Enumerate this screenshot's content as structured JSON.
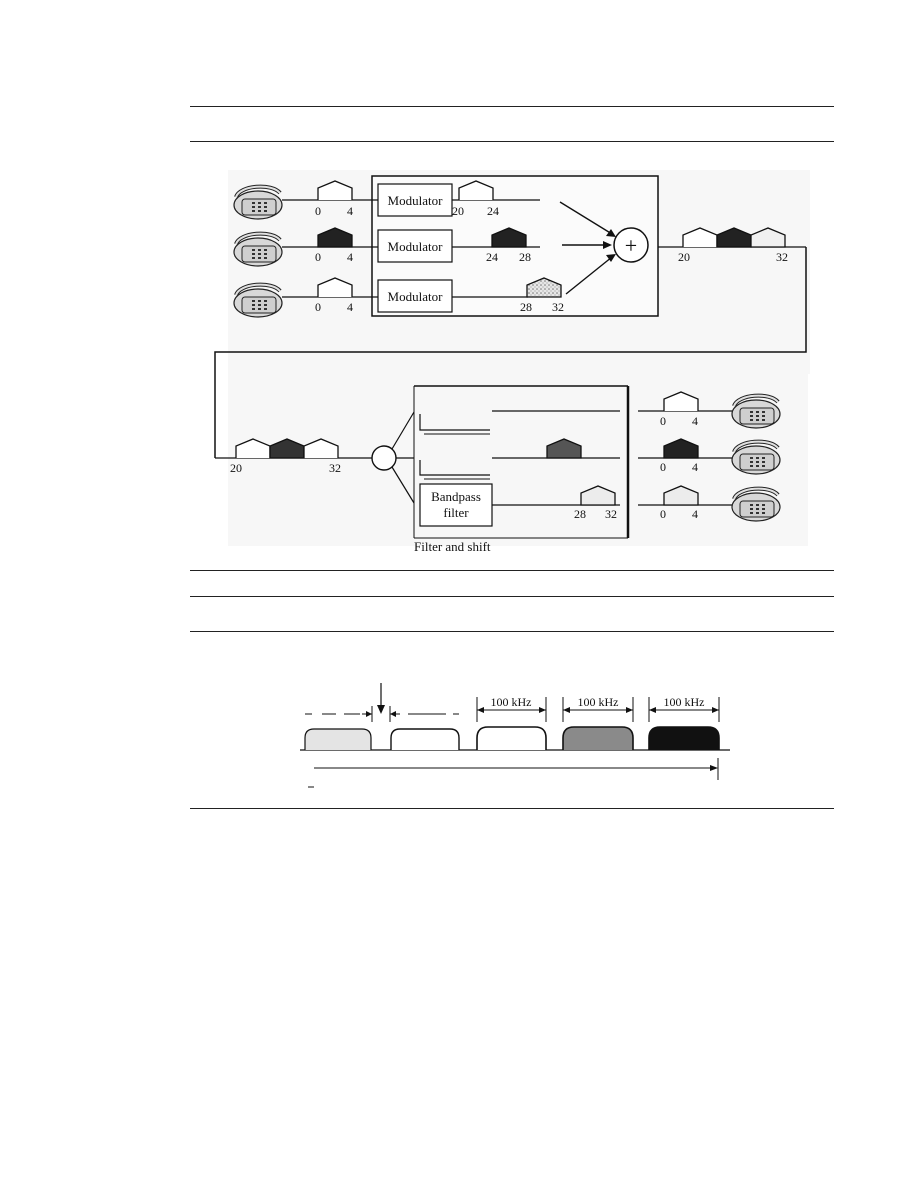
{
  "fdm_multiplex": {
    "modulators": [
      {
        "label": "Modulator",
        "input_band": [
          "0",
          "4"
        ],
        "output_band": [
          "20",
          "24"
        ]
      },
      {
        "label": "Modulator",
        "input_band": [
          "0",
          "4"
        ],
        "output_band": [
          "24",
          "28"
        ]
      },
      {
        "label": "Modulator",
        "input_band": [
          "0",
          "4"
        ],
        "output_band": [
          "28",
          "32"
        ]
      }
    ],
    "composite_band": [
      "20",
      "32"
    ],
    "adder_symbol": "+"
  },
  "fdm_demultiplex": {
    "composite_band": [
      "20",
      "32"
    ],
    "filter_label_line1": "Bandpass",
    "filter_label_line2": "filter",
    "filter_band": [
      "28",
      "32"
    ],
    "outputs": [
      {
        "band": [
          "0",
          "4"
        ]
      },
      {
        "band": [
          "0",
          "4"
        ]
      },
      {
        "band": [
          "0",
          "4"
        ]
      }
    ],
    "caption": "Filter and shift"
  },
  "channel_spectrum": {
    "channel_width_labels": [
      "100 kHz",
      "100 kHz",
      "100 kHz"
    ]
  },
  "colors": {
    "background": "#ffffff",
    "line": "#111111",
    "panel_fill": "#f7f7f7",
    "band_dark": "#2a2a2a",
    "band_gray": "#8a8a8a",
    "band_light": "#dcdcdc"
  }
}
